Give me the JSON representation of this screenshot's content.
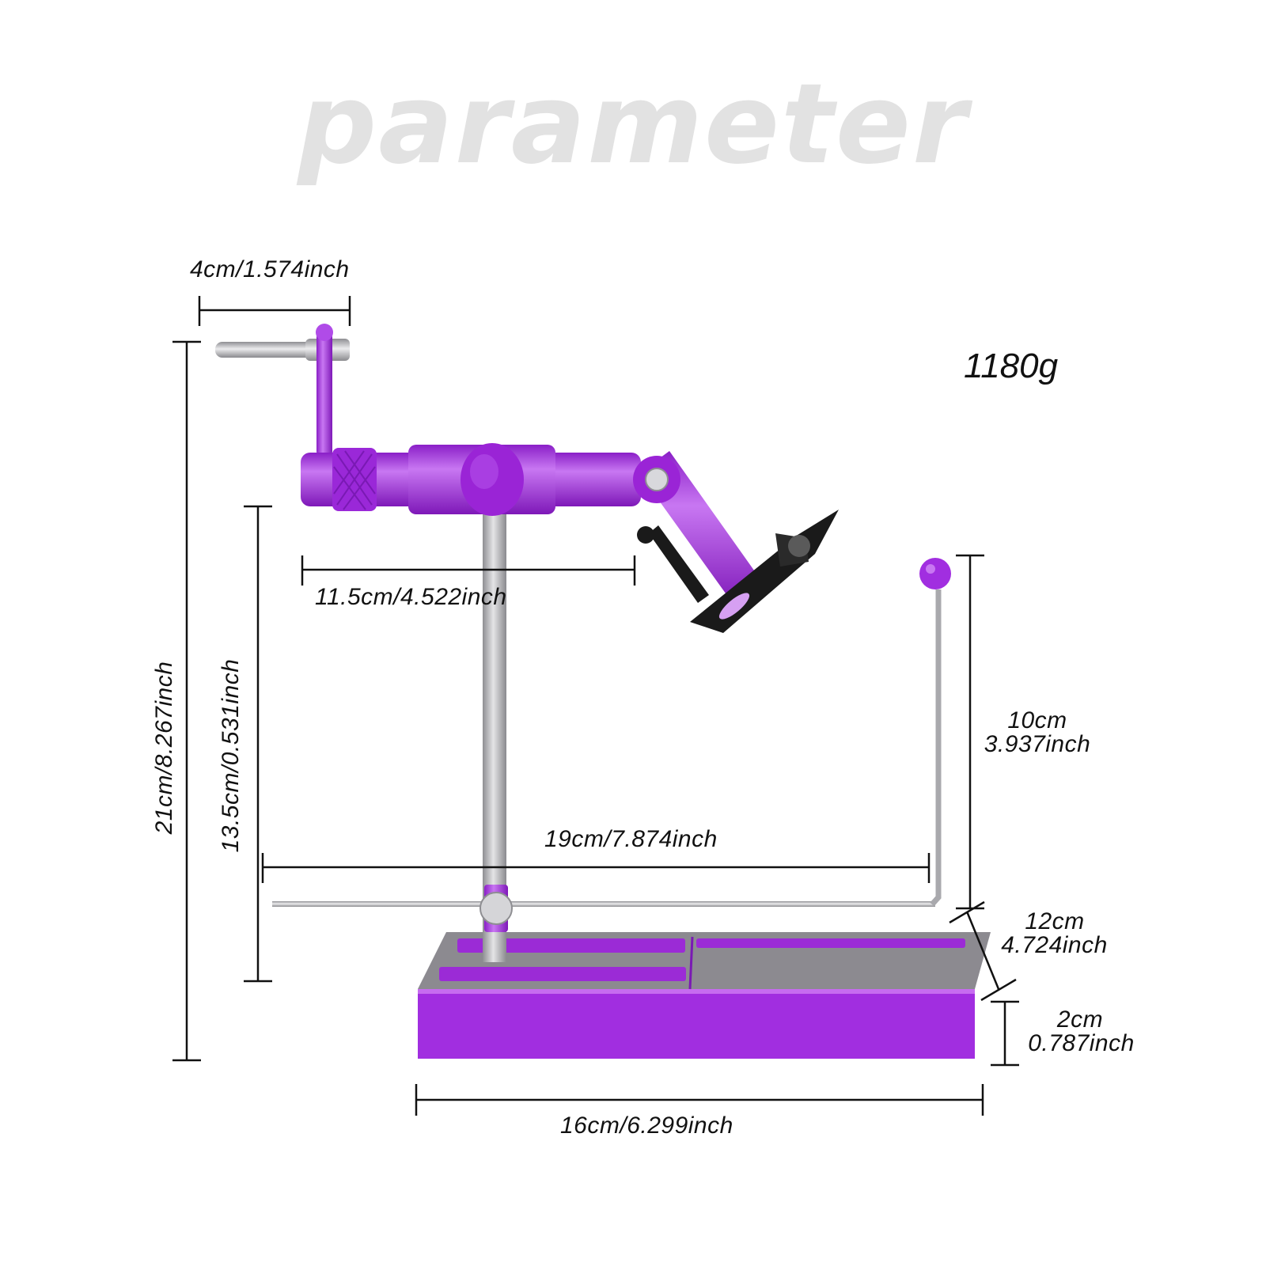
{
  "title": "parameter",
  "weight": "1180g",
  "colors": {
    "purple": "#a12ee0",
    "purple_dark": "#7a19b4",
    "purple_light": "#c56cf0",
    "steel": "#b8b8bc",
    "black": "#1a1a1a"
  },
  "dimensions": {
    "handle_width": "4cm/1.574inch",
    "total_height": "21cm/8.267inch",
    "stem_height": "13.5cm/0.531inch",
    "arm_length": "11.5cm/4.522inch",
    "bobbin_rest_height_cm": "10cm",
    "bobbin_rest_height_in": "3.937inch",
    "rest_bar_length": "19cm/7.874inch",
    "base_depth_cm": "12cm",
    "base_depth_in": "4.724inch",
    "base_height_cm": "2cm",
    "base_height_in": "0.787inch",
    "base_width": "16cm/6.299inch"
  }
}
